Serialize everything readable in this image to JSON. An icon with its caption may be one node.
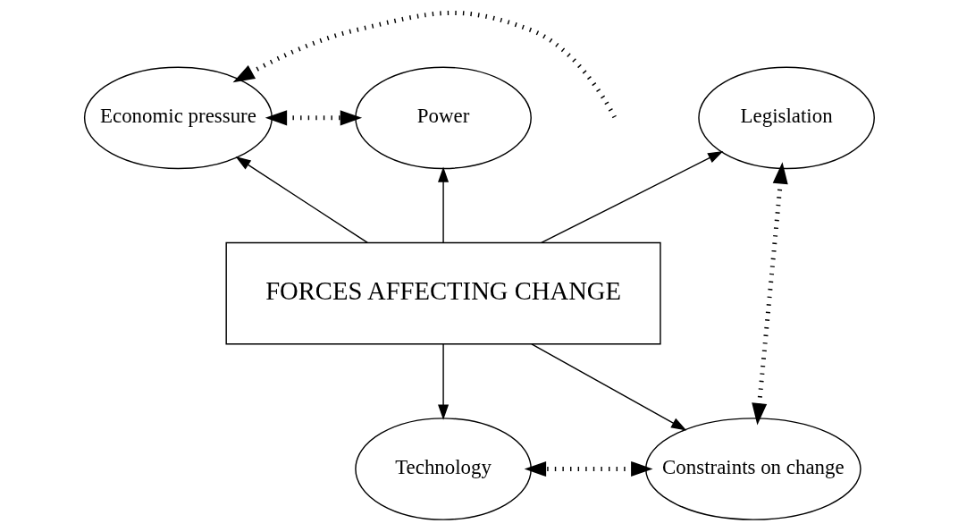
{
  "diagram": {
    "nodes": [
      {
        "text": [
          "Economic pressure"
        ]
      },
      {
        "text": [
          "Legislation"
        ]
      },
      {
        "text": [
          "Power"
        ]
      },
      {
        "text": [
          "FORCES AFFECTING CHANGE"
        ]
      },
      {
        "text": [
          "Constraints on change"
        ]
      },
      {
        "text": [
          "Technology"
        ]
      }
    ],
    "edges": [
      {
        "from": null,
        "to": 0,
        "arrow": "to",
        "style": "dashed"
      },
      {
        "from": 0,
        "to": 2,
        "arrow": "both",
        "style": "dashed"
      },
      {
        "from": 3,
        "to": 1,
        "arrow": "to"
      },
      {
        "from": 3,
        "to": 0,
        "arrow": "to"
      },
      {
        "from": 3,
        "to": 2,
        "arrow": "to"
      },
      {
        "from": 1,
        "to": 4,
        "arrow": "both",
        "style": "dashed"
      },
      {
        "from": 3,
        "to": 4,
        "arrow": "to"
      },
      {
        "from": 3,
        "to": 5,
        "arrow": "to"
      },
      {
        "from": 4,
        "to": 5,
        "arrow": "both",
        "style": "dashed"
      }
    ]
  }
}
